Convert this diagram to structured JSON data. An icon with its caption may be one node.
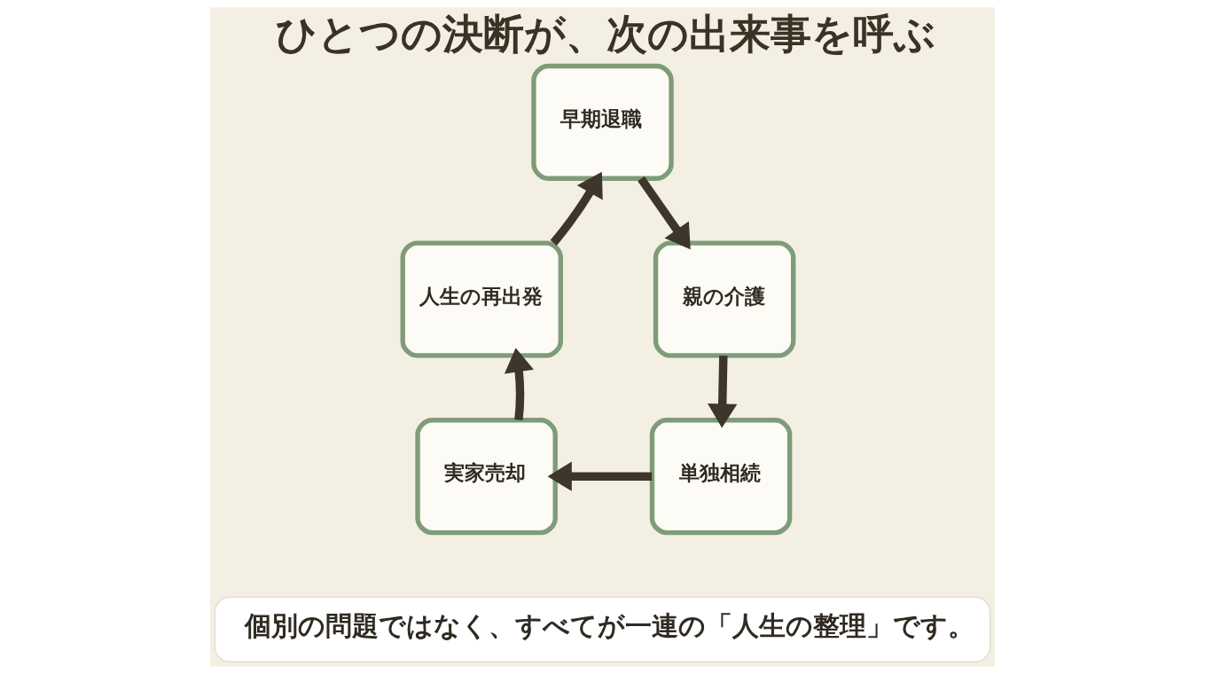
{
  "diagram": {
    "title": "ひとつの決断が、次の出来事を呼ぶ",
    "nodes": [
      {
        "text": [
          "早期退職"
        ]
      },
      {
        "text": [
          "親の介護"
        ]
      },
      {
        "text": [
          "単独相続"
        ]
      },
      {
        "text": [
          "実家売却"
        ]
      },
      {
        "text": [
          "人生の再出発"
        ]
      },
      {
        "text": [
          "個別の問題ではなく、すべてが一連の「人生の整理」です。"
        ]
      }
    ],
    "edges": [
      {
        "from": 0,
        "to": 1,
        "arrow": "to"
      },
      {
        "from": 1,
        "to": 2,
        "arrow": "to"
      },
      {
        "from": 2,
        "to": 3,
        "arrow": "to"
      },
      {
        "from": 3,
        "to": 4,
        "arrow": "to"
      },
      {
        "from": 4,
        "to": 0,
        "arrow": "to"
      }
    ]
  }
}
